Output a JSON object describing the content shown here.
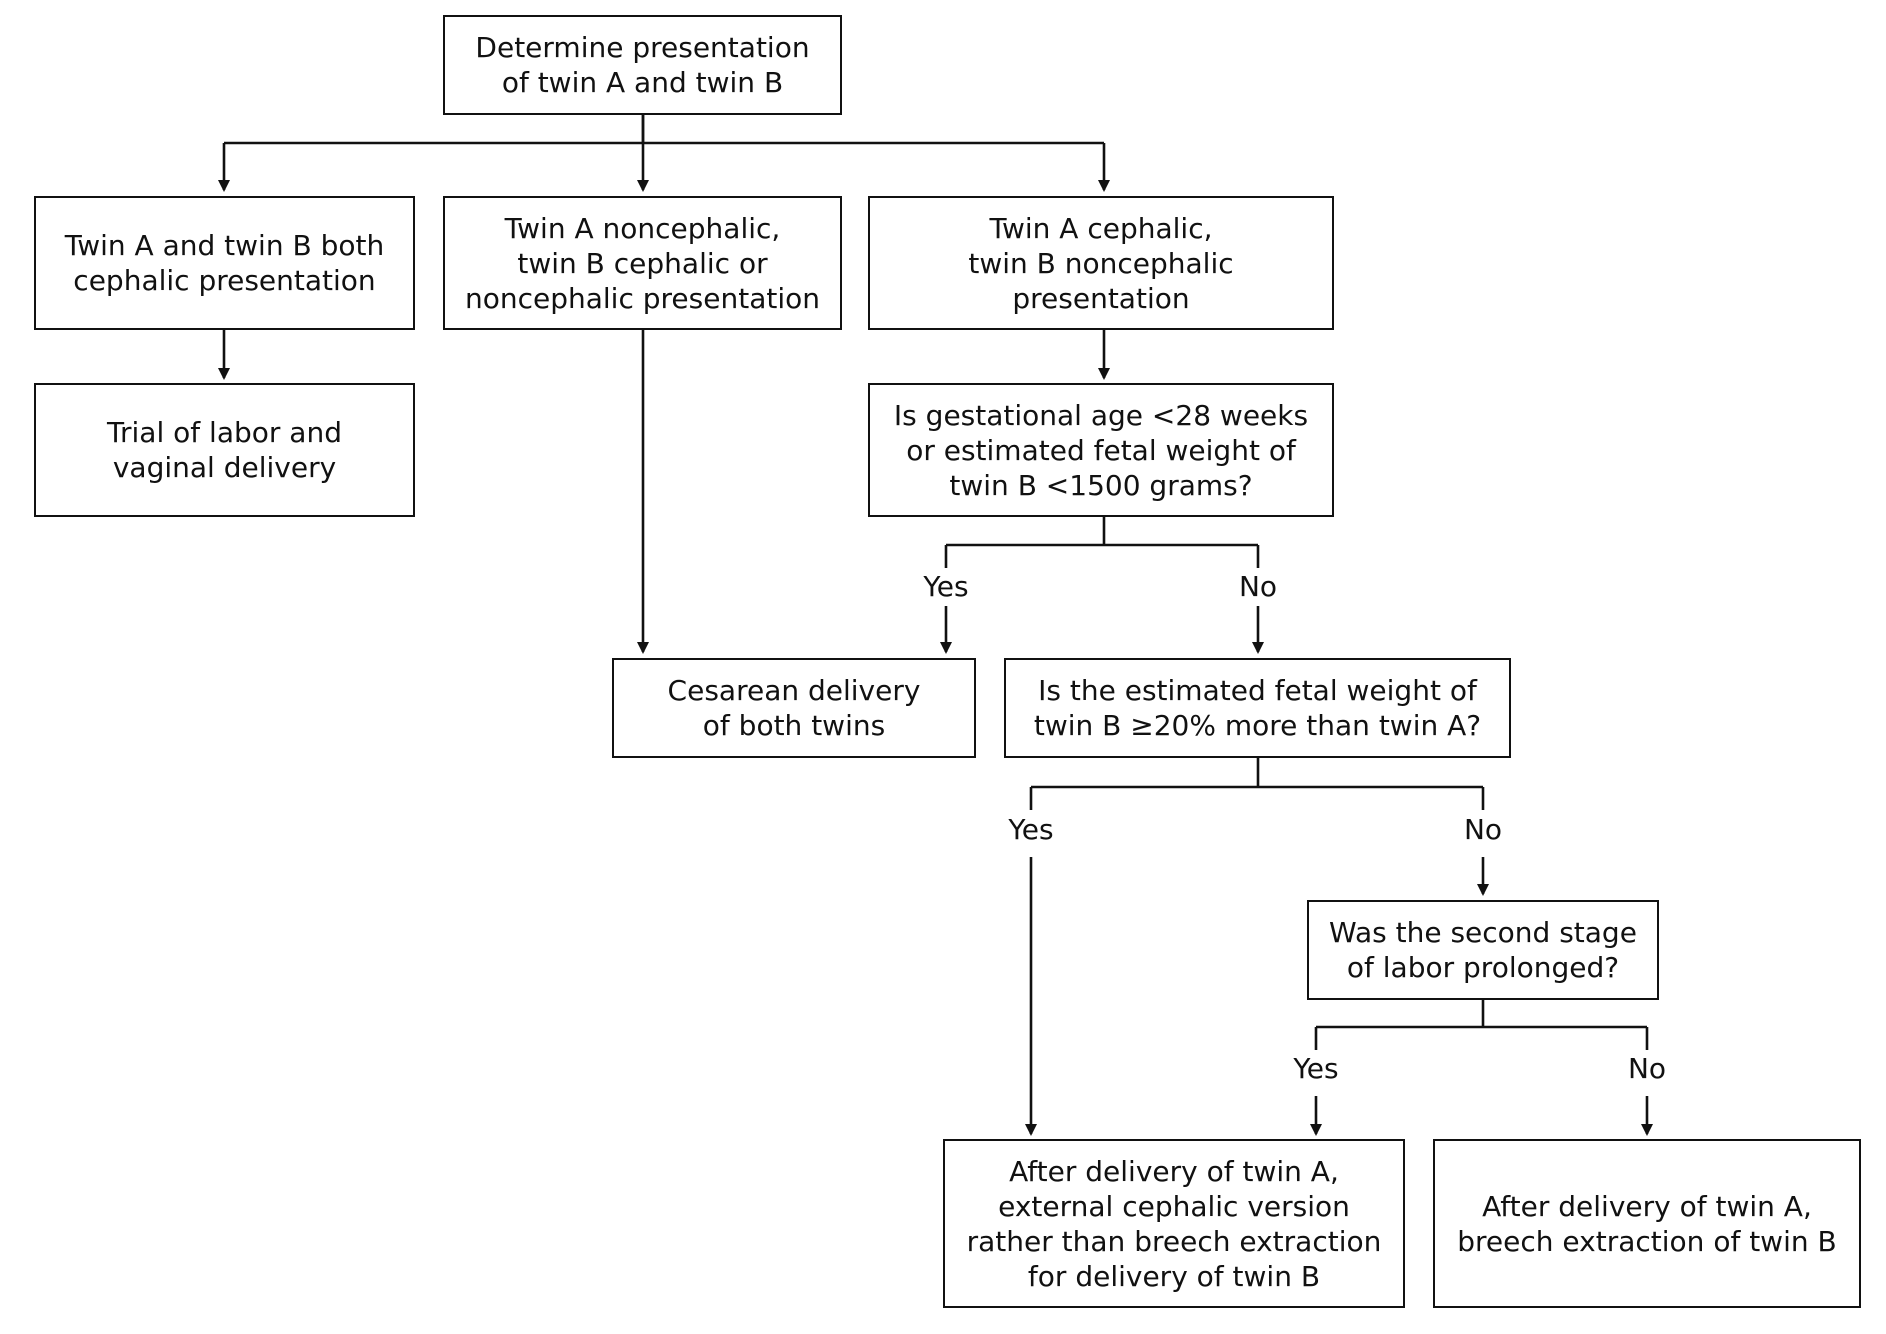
{
  "nodes": {
    "start": "Determine presentation\nof twin A and twin B",
    "both_cephalic": "Twin A and twin B both\ncephalic presentation",
    "a_noncephalic": "Twin A noncephalic,\ntwin B cephalic or\nnoncephalic presentation",
    "a_ceph_b_nonceph": "Twin A cephalic,\ntwin B noncephalic\npresentation",
    "trial_of_labor": "Trial of labor and\nvaginal delivery",
    "gestational_q": "Is gestational age <28 weeks\nor estimated fetal weight of\ntwin B <1500 grams?",
    "cesarean": "Cesarean delivery\nof both twins",
    "weight_q": "Is the estimated fetal weight of\ntwin B ≥20% more than twin A?",
    "second_stage_q": "Was the second stage\nof labor prolonged?",
    "ecv": "After delivery of twin A,\nexternal cephalic version\nrather than breech extraction\nfor delivery of twin B",
    "breech": "After delivery of twin A,\nbreech extraction of twin B"
  },
  "labels": {
    "gest_yes": "Yes",
    "gest_no": "No",
    "weight_yes": "Yes",
    "weight_no": "No",
    "stage_yes": "Yes",
    "stage_no": "No"
  }
}
